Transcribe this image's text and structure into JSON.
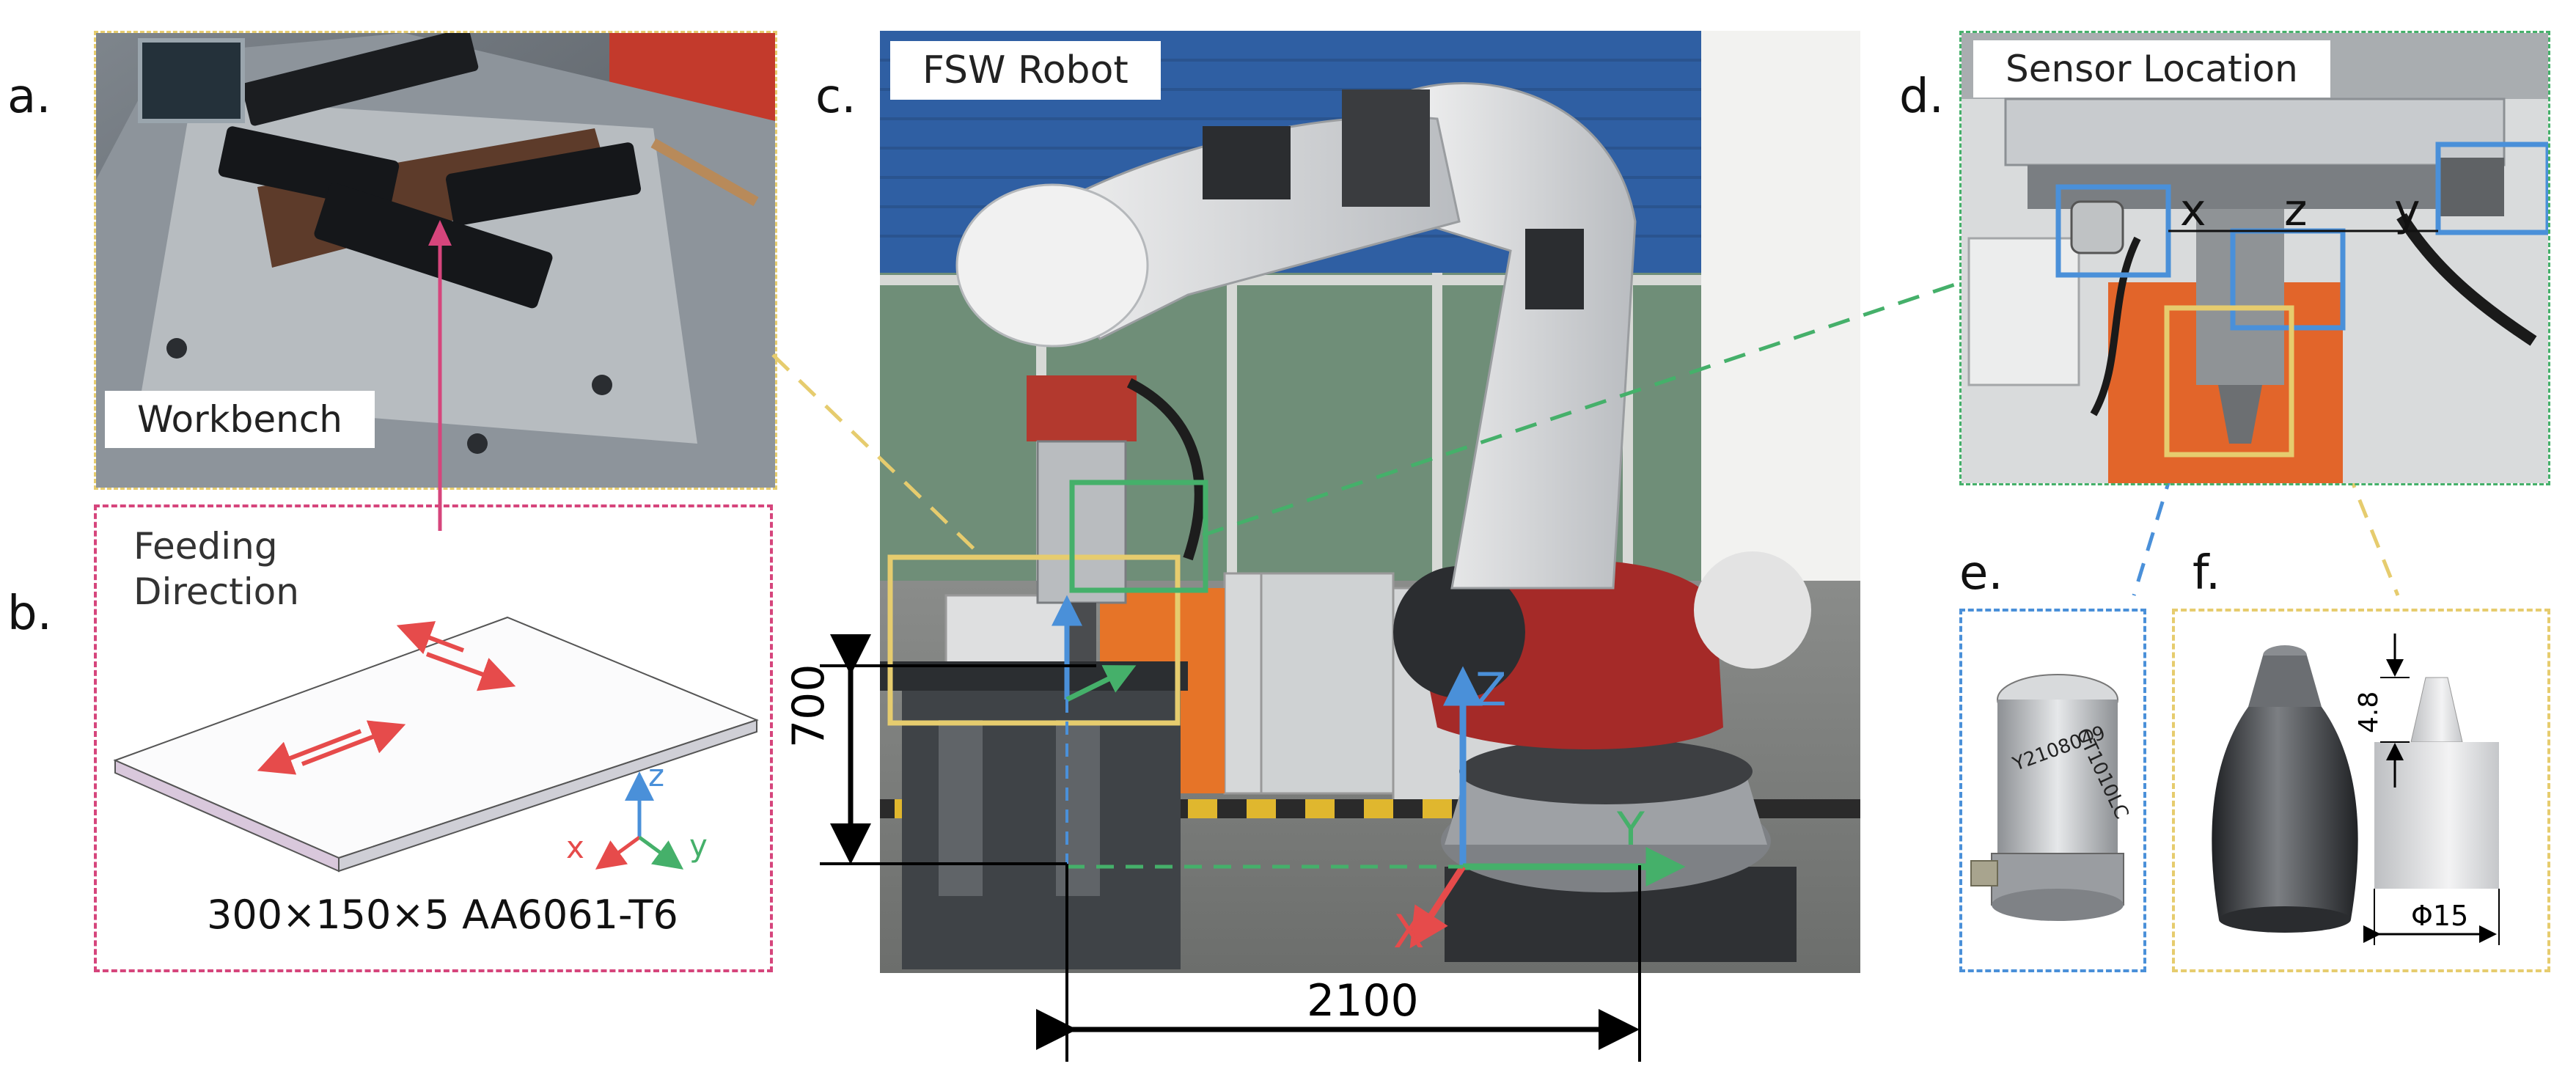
{
  "panels": {
    "a": {
      "letter": "a.",
      "label": "Workbench"
    },
    "b": {
      "letter": "b.",
      "title_line1": "Feeding",
      "title_line2": "Direction",
      "plate_spec": "300×150×5 AA6061-T6",
      "axes": {
        "x": "x",
        "y": "y",
        "z": "z"
      }
    },
    "c": {
      "letter": "c.",
      "label": "FSW Robot",
      "height_dim": "700",
      "width_dim": "2100",
      "axes": {
        "x": "X",
        "y": "Y",
        "z": "Z"
      }
    },
    "d": {
      "letter": "d.",
      "label": "Sensor Location",
      "axes": {
        "x": "x",
        "z": "z",
        "y": "y"
      }
    },
    "e": {
      "letter": "e.",
      "sensor_text_1": "Y2108049",
      "sensor_text_2": "CT1010LC"
    },
    "f": {
      "letter": "f.",
      "pin_dim": "4.8",
      "diameter_dim": "Φ15"
    }
  },
  "colors": {
    "pink": "#d6457c",
    "yellow": "#e6cc6e",
    "green": "#45b06a",
    "blue": "#4a90d9",
    "red": "#e64b4b",
    "robot_red": "#a52a28",
    "window_blue": "#2f5fa3"
  }
}
